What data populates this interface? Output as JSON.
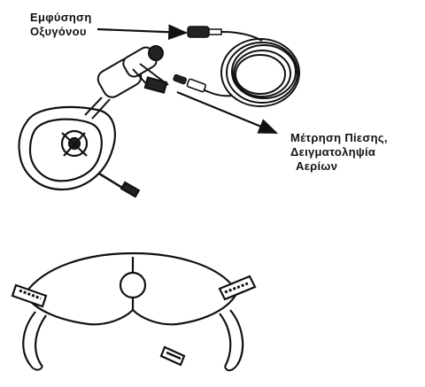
{
  "diagram": {
    "labels": {
      "oxygen_line1": "Εμφύσηση",
      "oxygen_line2": "Οξυγόνου",
      "pressure_line1": "Μέτρηση Πίεσης,",
      "pressure_line2": "Δειγματοληψία",
      "pressure_line3": "Αερίων"
    },
    "colors": {
      "ink": "#111111",
      "background": "#ffffff"
    }
  }
}
